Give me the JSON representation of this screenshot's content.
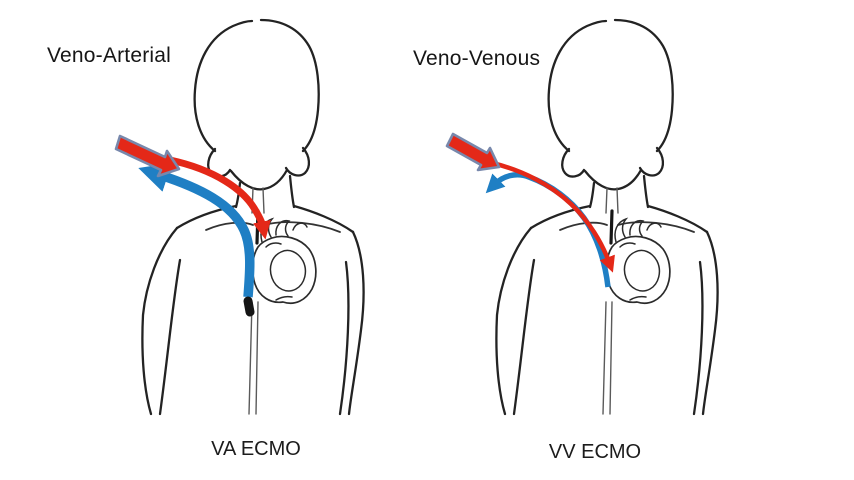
{
  "panels": [
    {
      "id": "va",
      "label": "Veno-Arterial",
      "caption": "VA ECMO",
      "arrows": [
        {
          "icon": "red-block-arrow-icon",
          "color": "#e42818",
          "direction": "into neck, down toward aorta"
        },
        {
          "icon": "red-curved-arrow-icon",
          "color": "#e42818",
          "direction": "arrowhead points down at aortic arch"
        },
        {
          "icon": "blue-block-arrow-icon",
          "color": "#1f7fc4",
          "direction": "thick curve from right atrium out of neck, arrowhead points upper-left"
        }
      ]
    },
    {
      "id": "vv",
      "label": "Veno-Venous",
      "caption": "VV ECMO",
      "arrows": [
        {
          "icon": "red-block-arrow-icon",
          "color": "#e42818",
          "direction": "into neck, down along jugular"
        },
        {
          "icon": "red-curved-arrow-icon",
          "color": "#e42818",
          "direction": "arrowhead points down into right atrium"
        },
        {
          "icon": "blue-curved-arrow-icon",
          "color": "#1f7fc4",
          "direction": "thin curve from heart up neck, arrowhead points lower-left"
        }
      ]
    }
  ],
  "colors": {
    "arterial_red": "#e42818",
    "venous_blue": "#1f7fc4",
    "arrow_outline": "#7888ac",
    "ink": "#232323",
    "background": "#ffffff"
  }
}
